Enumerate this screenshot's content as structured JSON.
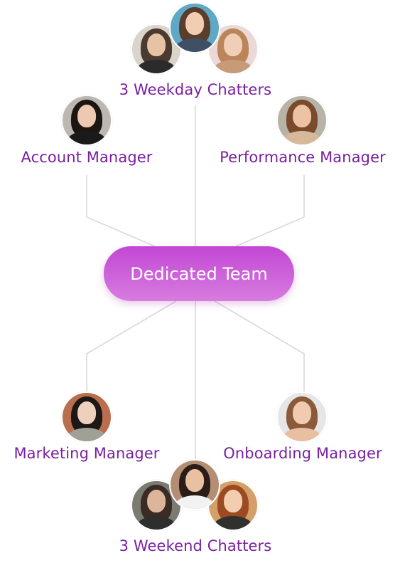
{
  "center": {
    "label": "Dedicated Team"
  },
  "nodes": {
    "weekday_chatters": {
      "label": "3 Weekday Chatters",
      "avatar_icons": [
        "woman-avatar-icon",
        "woman-avatar-icon",
        "woman-avatar-icon"
      ]
    },
    "account_manager": {
      "label": "Account Manager",
      "avatar_icon": "woman-avatar-icon"
    },
    "performance_manager": {
      "label": "Performance Manager",
      "avatar_icon": "woman-avatar-icon"
    },
    "marketing_manager": {
      "label": "Marketing Manager",
      "avatar_icon": "woman-avatar-icon"
    },
    "onboarding_manager": {
      "label": "Onboarding Manager",
      "avatar_icon": "woman-avatar-icon"
    },
    "weekend_chatters": {
      "label": "3 Weekend Chatters",
      "avatar_icons": [
        "woman-avatar-icon",
        "woman-avatar-icon",
        "woman-avatar-icon"
      ]
    }
  },
  "colors": {
    "label_text": "#7a1fa2",
    "pill_gradient_top": "#c247d3",
    "pill_gradient_bottom": "#d77cdf",
    "connector_line": "#d9d9d9"
  }
}
